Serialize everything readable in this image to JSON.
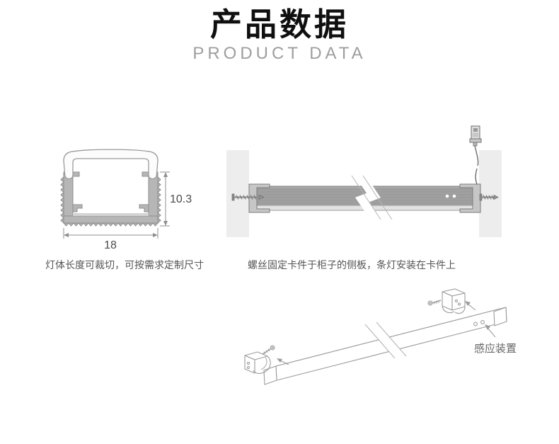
{
  "header": {
    "title": "产品数据",
    "subtitle": "PRODUCT DATA"
  },
  "profile_diagram": {
    "height_label": "10.3",
    "width_label": "18",
    "caption": "灯体长度可裁切，可按需求定制尺寸"
  },
  "installation_diagram": {
    "caption": "螺丝固定卡件于柜子的侧板，条灯安装在卡件上"
  },
  "assembly_diagram": {
    "sensor_label": "感应装置"
  },
  "colors": {
    "title": "#0f0f0f",
    "subtitle": "#9e9e9e",
    "caption": "#555555",
    "profile_fill": "#b6b6b6",
    "panel_fill": "#ededed",
    "bar_fill": "#a0a0a0",
    "line_art": "#9c9c9c"
  }
}
